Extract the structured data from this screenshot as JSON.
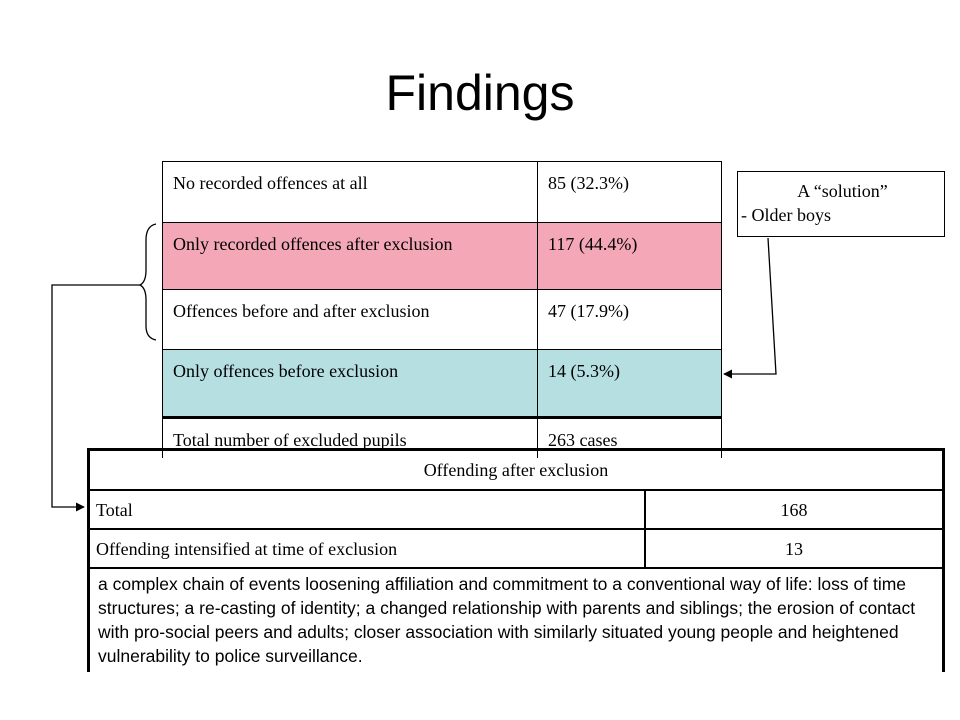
{
  "slide": {
    "title": "Findings"
  },
  "offences_table": {
    "rows": [
      {
        "label": "No recorded offences at all",
        "value": "85 (32.3%)",
        "color": "#ffffff"
      },
      {
        "label": "Only recorded offences after exclusion",
        "value": "117 (44.4%)",
        "color": "#f4a7b6"
      },
      {
        "label": "Offences before and after exclusion",
        "value": "47 (17.9%)",
        "color": "#ffffff"
      },
      {
        "label": "Only offences before exclusion",
        "value": "14 (5.3%)",
        "color": "#b6dfe2"
      },
      {
        "label": "Total number of excluded pupils",
        "value": "263 cases",
        "color": "#ffffff"
      }
    ]
  },
  "callout": {
    "heading": "A “solution”",
    "text": "- Older boys"
  },
  "offending_table": {
    "header": "Offending after exclusion",
    "rows": [
      {
        "label": "Total",
        "value": "168"
      },
      {
        "label": "Offending intensified at time of exclusion",
        "value": "13"
      }
    ],
    "description": "a complex chain of events loosening affiliation and commitment to a conventional way of life: loss of time structures; a re-casting of identity; a changed relationship with parents and siblings; the erosion of contact with pro-social peers and adults; closer association with similarly situated young people and heightened vulnerability to police surveillance."
  }
}
